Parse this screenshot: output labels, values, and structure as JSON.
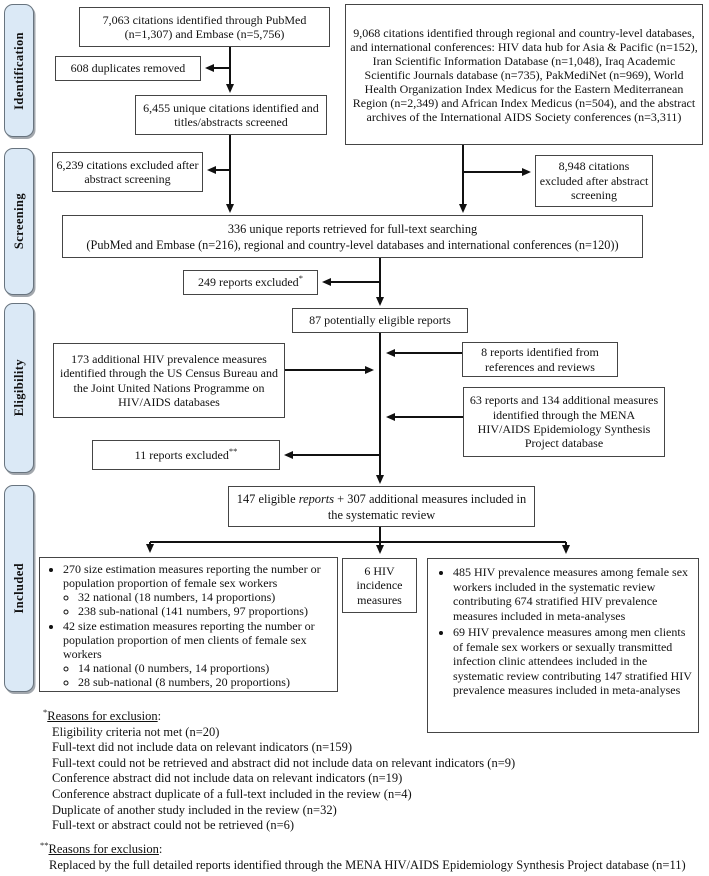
{
  "stages": [
    {
      "label": "Identification"
    },
    {
      "label": "Screening"
    },
    {
      "label": "Eligibility"
    },
    {
      "label": "Included"
    }
  ],
  "boxes": {
    "pubmed": "7,063 citations identified through PubMed (n=1,307) and Embase (n=5,756)",
    "regional": "9,068 citations identified through regional and country-level databases, and international conferences: HIV data hub for Asia & Pacific (n=152), Iran Scientific Information Database (n=1,048), Iraq Academic Scientific Journals database (n=735), PakMediNet (n=969), World Health Organization Index Medicus for the Eastern Mediterranean Region (n=2,349) and African Index Medicus (n=504), and the abstract archives of the International AIDS Society conferences (n=3,311)",
    "duplicates": "608 duplicates removed",
    "unique_screened": "6,455 unique citations identified and titles/abstracts screened",
    "excluded_left": "6,239 citations excluded after abstract screening",
    "excluded_right": "8,948 citations excluded after abstract screening",
    "fulltext_line1": "336 unique reports retrieved for full-text searching",
    "fulltext_line2": "(PubMed and Embase (n=216), regional and country-level databases and international conferences (n=120))",
    "reports_excluded_249": {
      "label": "249 reports excluded",
      "sup": "*"
    },
    "eligible_87": "87 potentially eligible reports",
    "census": "173 additional HIV prevalence measures identified through the US Census Bureau and the Joint United Nations Programme on HIV/AIDS databases",
    "references": "8 reports identified from references and reviews",
    "mena": "63 reports and 134 additional measures identified through the MENA HIV/AIDS Epidemiology Synthesis Project database",
    "reports_excluded_11": {
      "label": "11 reports excluded",
      "sup": "**"
    },
    "included_summary": {
      "prefix": "147 eligible ",
      "italic": "reports",
      "suffix": " + 307 additional measures included in the systematic review"
    },
    "incidence": "6 HIV incidence measures"
  },
  "included_left": {
    "bullets": [
      {
        "text": "270 size estimation measures reporting the number or population proportion of female sex workers",
        "subs": [
          "32 national (18 numbers, 14 proportions)",
          "238 sub-national (141 numbers, 97 proportions)"
        ]
      },
      {
        "text": "42 size estimation measures reporting the number or population proportion of men clients of female sex workers",
        "subs": [
          "14 national (0 numbers, 14 proportions)",
          "28 sub-national (8 numbers, 20 proportions)"
        ]
      }
    ]
  },
  "included_right": {
    "bullets": [
      {
        "text": "485 HIV prevalence measures among female sex workers included in the systematic review contributing 674 stratified HIV prevalence measures included in meta-analyses"
      },
      {
        "text": "69 HIV prevalence measures among men clients of female sex workers or sexually transmitted infection clinic attendees included in the systematic review contributing 147 stratified HIV prevalence measures included in meta-analyses"
      }
    ]
  },
  "footnotes": [
    {
      "sup": "*",
      "title": "Reasons for exclusion",
      "colon": ":",
      "lines": [
        "Eligibility criteria not met (n=20)",
        "Full-text did not include data on relevant indicators (n=159)",
        "Full-text could not be retrieved and abstract did not include data on relevant indicators (n=9)",
        "Conference abstract did not include data on relevant indicators (n=19)",
        "Conference abstract duplicate of a full-text included in the review (n=4)",
        "Duplicate of another study included in the review (n=32)",
        "Full-text or abstract could not be retrieved (n=6)"
      ]
    },
    {
      "sup": "**",
      "title": "Reasons for exclusion",
      "colon": ":",
      "lines": [
        "Replaced by the full detailed reports identified through the MENA HIV/AIDS Epidemiology Synthesis Project database (n=11)"
      ]
    }
  ]
}
